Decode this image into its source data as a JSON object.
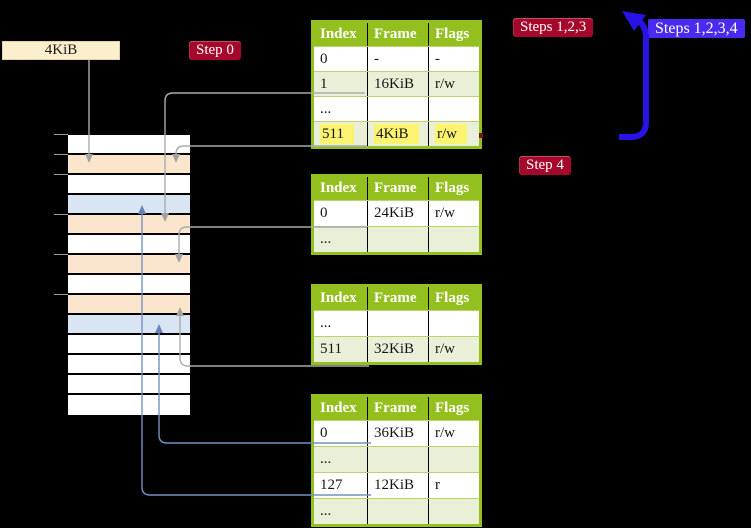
{
  "frame_label": {
    "text": "4KiB"
  },
  "badges": {
    "step0": {
      "label": "Step 0"
    },
    "steps123": {
      "label": "Steps 1,2,3"
    },
    "steps1234": {
      "label": "Steps 1,2,3,4"
    },
    "step4": {
      "label": "Step 4"
    }
  },
  "page_tables": [
    {
      "name": "page-table-1",
      "headers": [
        "Index",
        "Frame",
        "Flags"
      ],
      "rows": [
        {
          "cells": [
            "0",
            "-",
            "-"
          ],
          "highlight": false
        },
        {
          "cells": [
            "1",
            "16KiB",
            "r/w"
          ],
          "highlight": false
        },
        {
          "cells": [
            "...",
            "",
            ""
          ],
          "highlight": false
        },
        {
          "cells": [
            "511",
            "4KiB",
            "r/w"
          ],
          "highlight": true
        }
      ]
    },
    {
      "name": "page-table-2",
      "headers": [
        "Index",
        "Frame",
        "Flags"
      ],
      "rows": [
        {
          "cells": [
            "0",
            "24KiB",
            "r/w"
          ],
          "highlight": false
        },
        {
          "cells": [
            "...",
            "",
            ""
          ],
          "highlight": false
        }
      ]
    },
    {
      "name": "page-table-3",
      "headers": [
        "Index",
        "Frame",
        "Flags"
      ],
      "rows": [
        {
          "cells": [
            "...",
            "",
            ""
          ],
          "highlight": false
        },
        {
          "cells": [
            "511",
            "32KiB",
            "r/w"
          ],
          "highlight": false
        }
      ]
    },
    {
      "name": "page-table-4",
      "headers": [
        "Index",
        "Frame",
        "Flags"
      ],
      "rows": [
        {
          "cells": [
            "0",
            "36KiB",
            "r/w"
          ],
          "highlight": false
        },
        {
          "cells": [
            "...",
            "",
            ""
          ],
          "highlight": false
        },
        {
          "cells": [
            "127",
            "12KiB",
            "r"
          ],
          "highlight": false
        },
        {
          "cells": [
            "...",
            "",
            ""
          ],
          "highlight": false
        }
      ]
    }
  ],
  "memory_column": {
    "frames": [
      "white",
      "peach",
      "white",
      "blue",
      "peach",
      "white",
      "peach",
      "white",
      "peach",
      "blue",
      "white",
      "white",
      "white",
      "white"
    ]
  },
  "colors": {
    "table_header_green": "#94C01F",
    "table_row_green": "#EAF0D8",
    "table_row_white": "#FFFFFF",
    "highlight_yellow": "#FCF370",
    "frame_peach": "#FCE5CD",
    "frame_blue": "#D9E5F3",
    "frame_white": "#FFFFFF",
    "badge_red": "#A5082B",
    "badge_blue": "#4B2AF0",
    "connector_gray": "#ABABAB",
    "connector_blue": "#7591C5",
    "big_arrow_blue": "#2912E6"
  }
}
